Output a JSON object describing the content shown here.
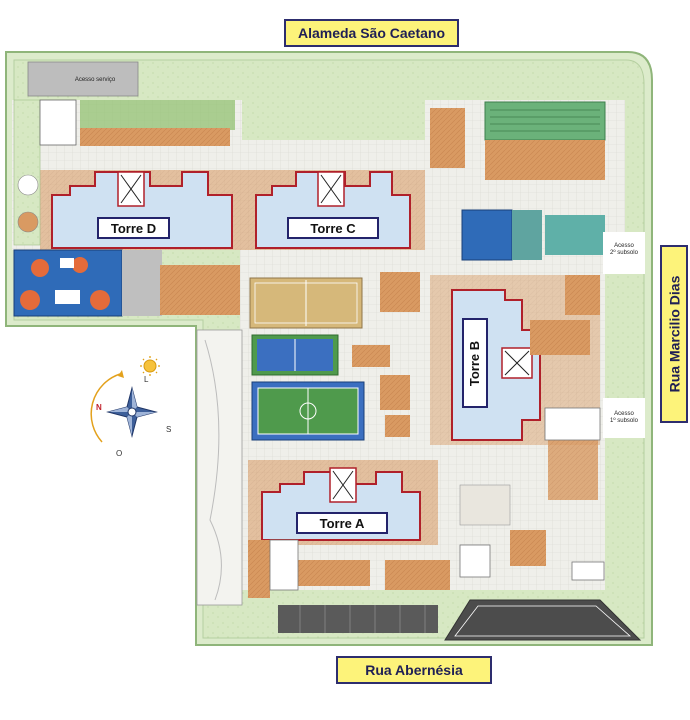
{
  "streets": {
    "top": "Alameda São Caetano",
    "bottom": "Rua Abernésia",
    "right": "Rua Marcilio Dias"
  },
  "towers": {
    "a": "Torre A",
    "b": "Torre B",
    "c": "Torre C",
    "d": "Torre D"
  },
  "access": {
    "service": "Acesso serviço",
    "basement2_line1": "Acesso",
    "basement2_line2": "2º subsolo",
    "basement1_line1": "Acesso",
    "basement1_line2": "1º subsolo"
  },
  "compass": {
    "north": "N",
    "east": "L",
    "south": "S",
    "west": "O"
  },
  "colors": {
    "street_label_bg": "#fdf37a",
    "street_label_border": "#2d2d6e",
    "tower_outline": "#b0202a",
    "tower_fill": "#cfe1f2",
    "deck": "#d99a62",
    "lawn": "#d5e6c0",
    "pool": "#3f8ed0",
    "court_green": "#4f9a4c",
    "court_blue": "#3b6fc0",
    "sport_field": "#d6b87a",
    "paving": "#ecebe6",
    "parking": "#5a5a5a"
  }
}
